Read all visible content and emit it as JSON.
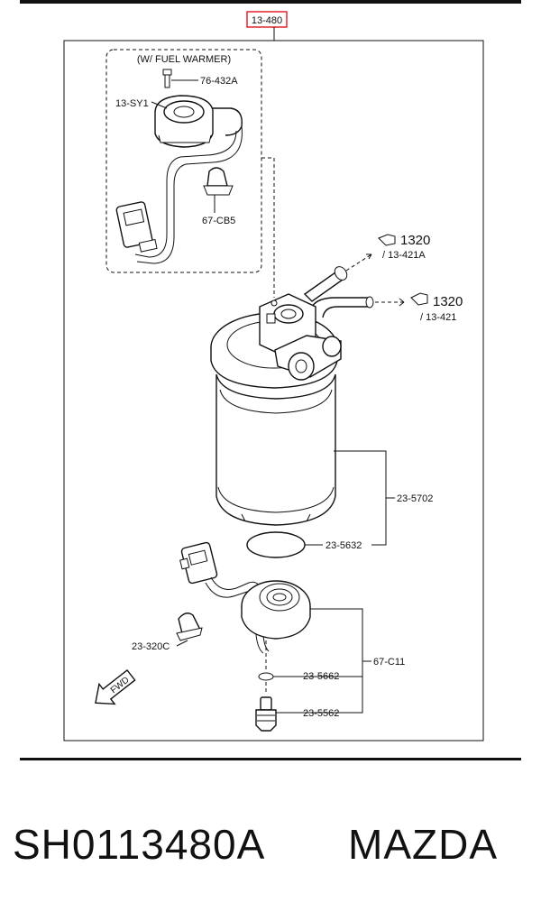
{
  "header": {
    "ref_label": "13-480",
    "ref_color": "#e0161e"
  },
  "inset": {
    "title": "(W/ FUEL WARMER)"
  },
  "callouts": [
    {
      "id": "76-432A",
      "text": "76-432A"
    },
    {
      "id": "13-SY1",
      "text": "13-SY1"
    },
    {
      "id": "67-CB5",
      "text": "67-CB5"
    },
    {
      "id": "1320a-num",
      "text": "1320"
    },
    {
      "id": "1320a-sub",
      "text": "/ 13-421A"
    },
    {
      "id": "1320b-num",
      "text": "1320"
    },
    {
      "id": "1320b-sub",
      "text": "/ 13-421"
    },
    {
      "id": "23-5702",
      "text": "23-5702"
    },
    {
      "id": "23-5632",
      "text": "23-5632"
    },
    {
      "id": "67-C11",
      "text": "67-C11"
    },
    {
      "id": "23-320C",
      "text": "23-320C"
    },
    {
      "id": "23-5662",
      "text": "23-5662"
    },
    {
      "id": "23-5562",
      "text": "23-5562"
    }
  ],
  "fwd_label": "FWD",
  "footer": {
    "part_number": "SH0113480A",
    "brand": "MAZDA"
  }
}
